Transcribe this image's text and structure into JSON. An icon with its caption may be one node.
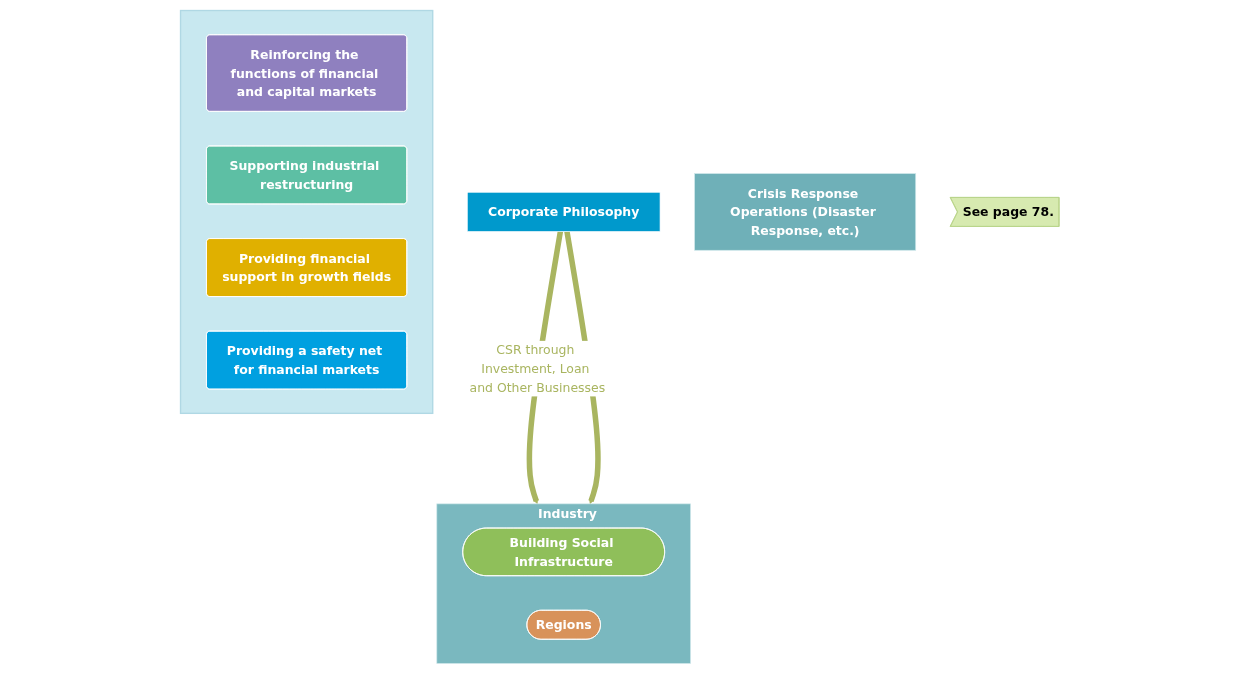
{
  "diagram": {
    "nodes": [
      {
        "text": [
          "Corporate Philosophy"
        ]
      },
      {
        "text": [
          "Industry"
        ]
      },
      {
        "text": [
          "Building Social Infrastructure"
        ],
        "in": 1
      },
      {
        "text": [
          "Regions"
        ],
        "in": 1
      },
      {
        "text": [
          "Crisis Response Operations (Disaster Response, etc.)"
        ]
      },
      {
        "text": [],
        "shape": "box"
      },
      {
        "text": [
          "Reinforcing the functions of financial and capital markets"
        ],
        "in": 5
      },
      {
        "text": [
          "Supporting industrial restructuring"
        ],
        "in": 5
      },
      {
        "text": [
          "Providing financial support in growth fields"
        ],
        "in": 5
      },
      {
        "text": [
          "Providing a safety net for financial markets"
        ],
        "in": 5
      },
      {
        "text": [
          "See page 78."
        ]
      }
    ],
    "edges": [
      {
        "from": 0,
        "to": 1,
        "arrow": "to",
        "label": "CSR through Investment, Loan and Other Businesses"
      },
      {
        "from": 0,
        "to": 1,
        "arrow": "to"
      }
    ]
  }
}
